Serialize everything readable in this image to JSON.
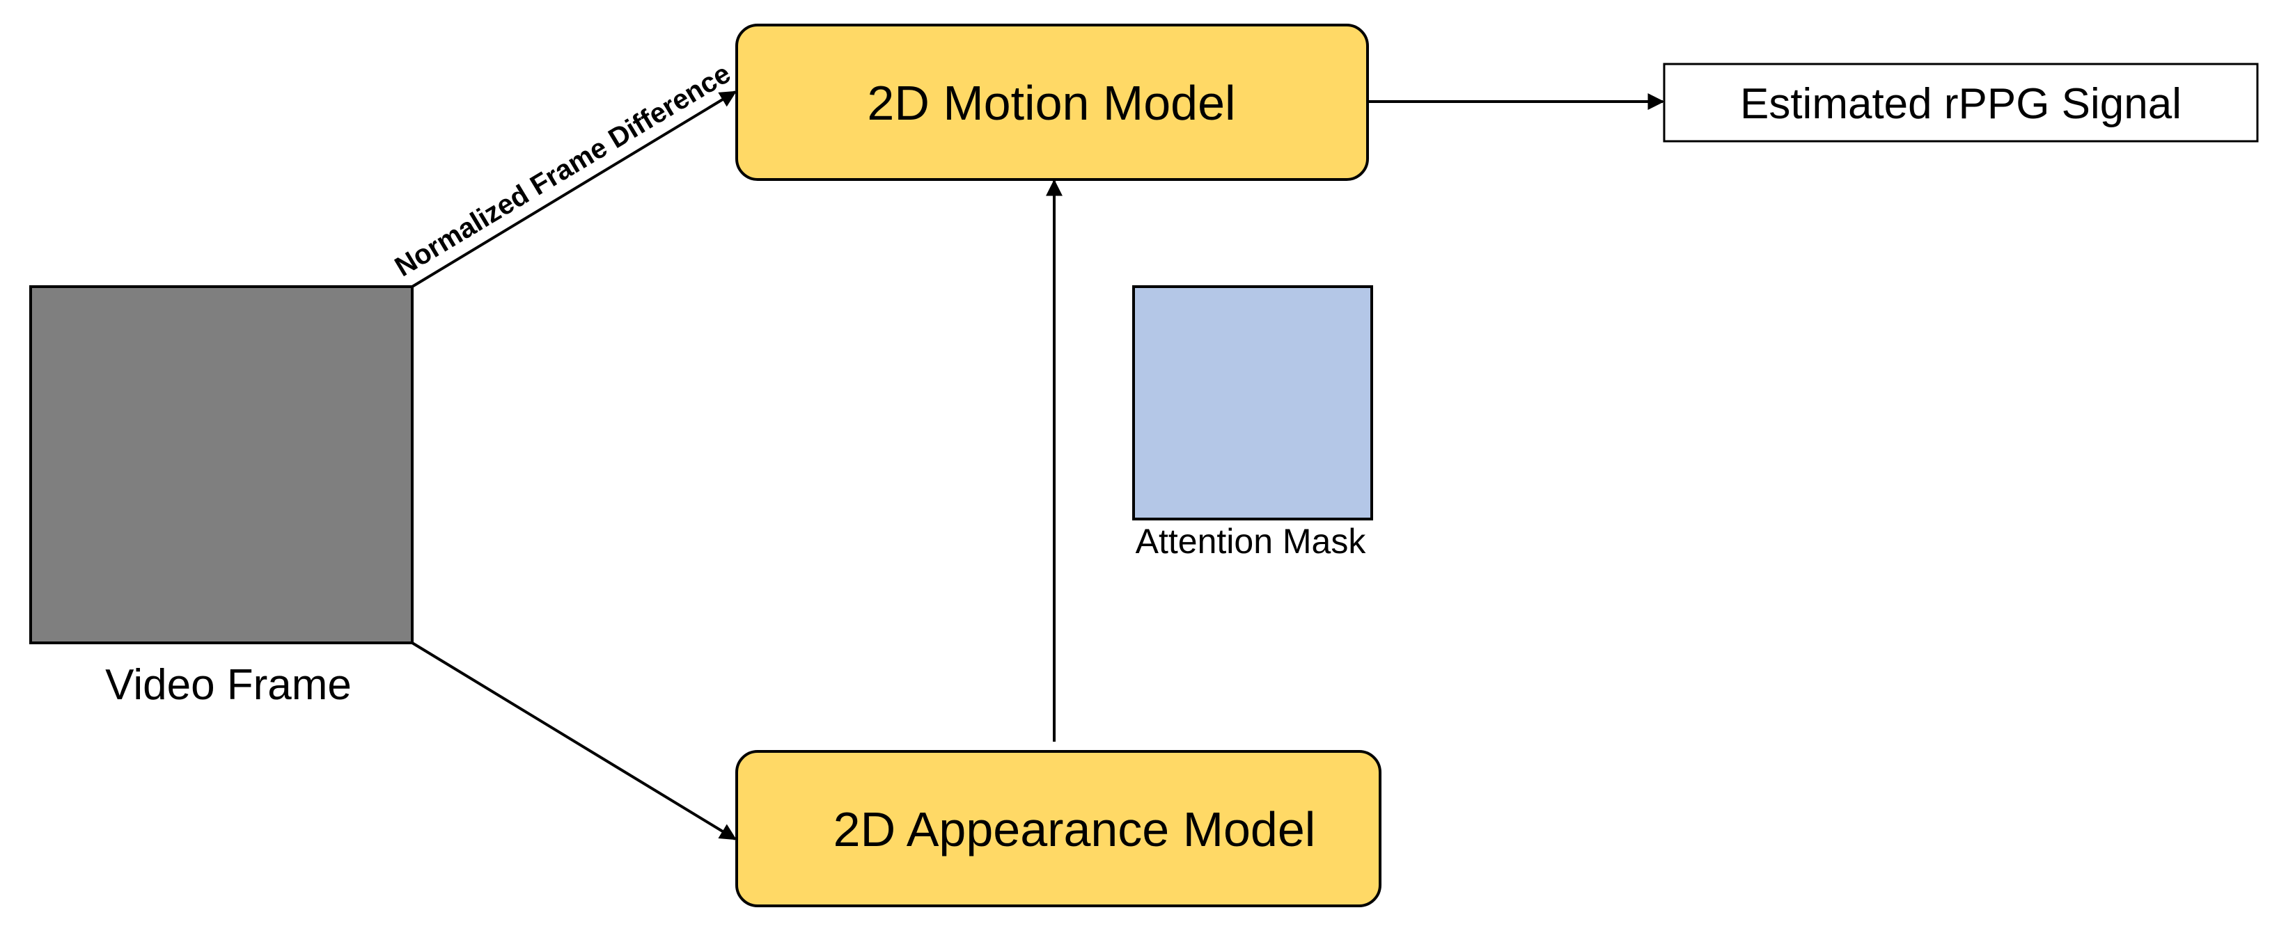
{
  "diagram": {
    "nodes": {
      "video_frame": {
        "label": "Video Frame",
        "fill": "#7f7f7f"
      },
      "motion_model": {
        "label": "2D Motion Model",
        "fill": "#ffd966"
      },
      "appearance_model": {
        "label": "2D Appearance Model",
        "fill": "#ffd966"
      },
      "attention_mask": {
        "label": "Attention Mask",
        "fill": "#b4c7e7"
      },
      "output_signal": {
        "label": "Estimated rPPG Signal",
        "fill": "#ffffff"
      }
    },
    "edges": {
      "frame_to_motion": {
        "label": "Normalized Frame Difference"
      },
      "frame_to_appearance": {
        "label": ""
      },
      "appearance_to_motion": {
        "label": ""
      },
      "motion_to_output": {
        "label": ""
      }
    }
  }
}
